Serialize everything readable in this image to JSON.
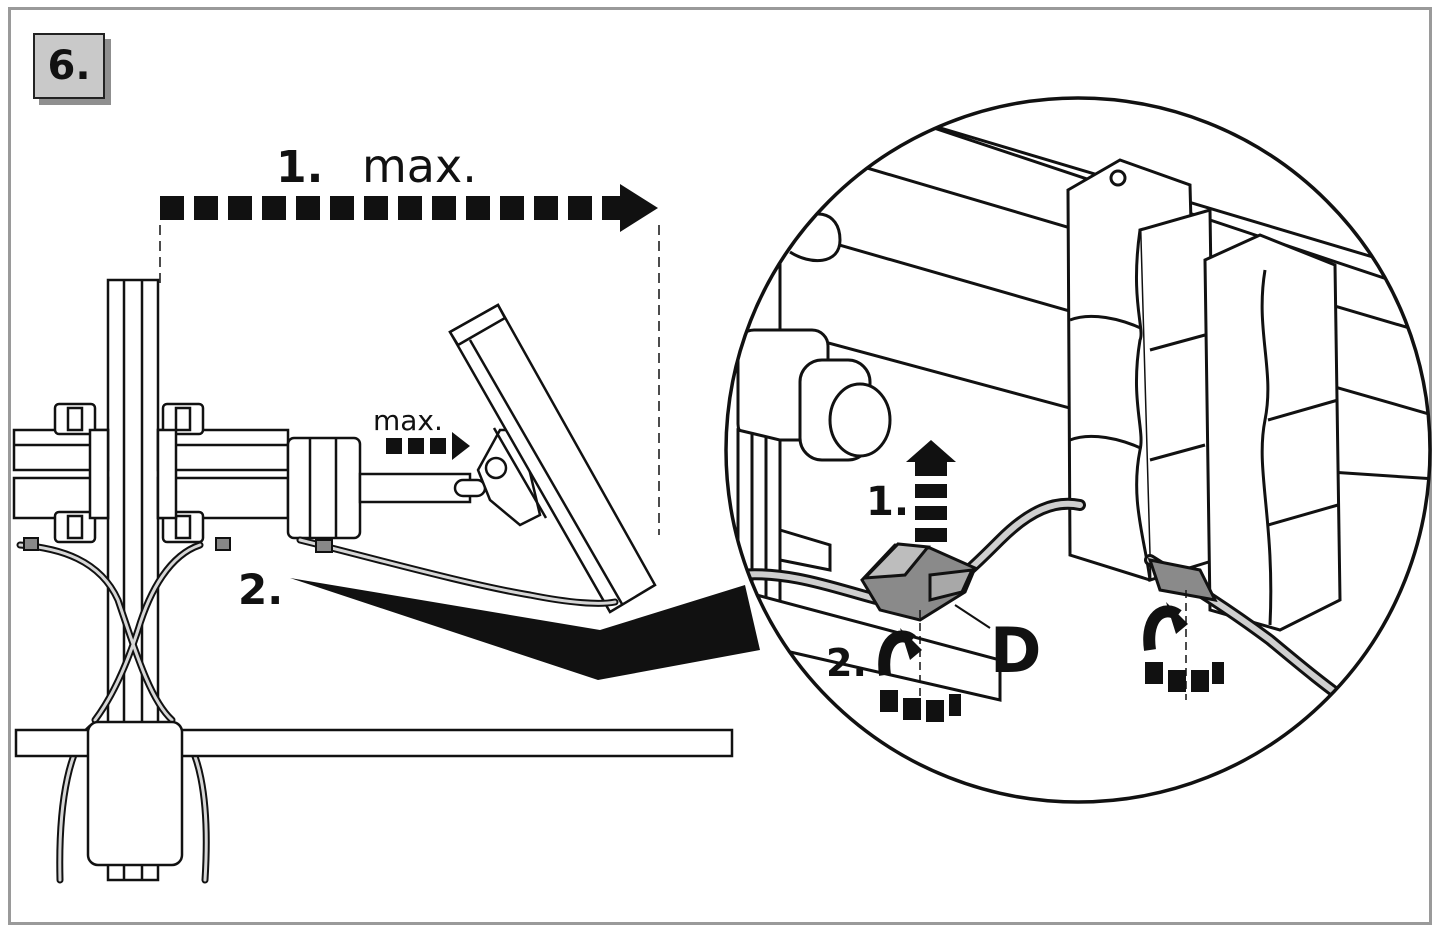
{
  "step": {
    "number": "6."
  },
  "labels": {
    "main_step_1": "1.",
    "main_max": "max.",
    "small_max": "max.",
    "main_step_2": "2.",
    "detail_step_1": "1.",
    "detail_step_2": "2.",
    "part_d": "D"
  },
  "colors": {
    "line": "#111111",
    "cable_fill": "#cfcfcf",
    "part_fill": "#8a8a8a",
    "badge_fill": "#c9c9c9",
    "frame": "#9a9a9a"
  }
}
